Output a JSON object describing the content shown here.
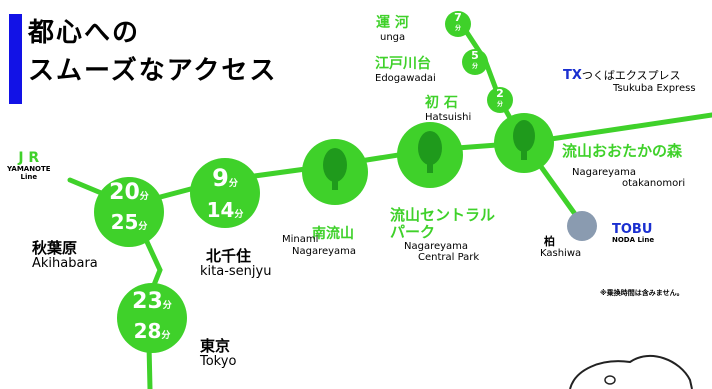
{
  "headline": {
    "line1": "都心への",
    "line2": "スムーズなアクセス"
  },
  "colors": {
    "green": "#3fd12a",
    "accent_blue": "#1212e6",
    "tobu_gray": "#8a9bb0",
    "tree": "#1f9a1c"
  },
  "jr": {
    "line1": "J R",
    "line2": "YAMANOTE",
    "line3": "Line"
  },
  "tx": {
    "prefix": "TX",
    "name_jp": "つくばエクスプレス",
    "name_en": "Tsukuba Express"
  },
  "tobu": {
    "name": "TOBU",
    "line": "NODA Line"
  },
  "circles": {
    "akihabara": {
      "top_min": "20",
      "bottom_min": "25",
      "unit": "分"
    },
    "kitasenju": {
      "top_min": "9",
      "bottom_min": "14",
      "unit": "分"
    },
    "tokyo": {
      "top_min": "23",
      "bottom_min": "28",
      "unit": "分"
    }
  },
  "stations": {
    "akihabara": {
      "jp": "秋葉原",
      "en": "Akihabara"
    },
    "kitasenju": {
      "jp": "北千住",
      "en": "kita-senjyu"
    },
    "tokyo": {
      "jp": "東京",
      "en": "Tokyo"
    },
    "minami_nagareyama": {
      "jp": "南流山",
      "en1": "Minami",
      "en2": "Nagareyama"
    },
    "central_park": {
      "jp1": "流山セントラル",
      "jp2": "パーク",
      "en1": "Nagareyama",
      "en2": "Central Park"
    },
    "otakanomori": {
      "jp": "流山おおたかの森",
      "en1": "Nagareyama",
      "en2": "otakanomori"
    },
    "kashiwa": {
      "jp": "柏",
      "en": "Kashiwa"
    },
    "unga": {
      "jp": "運 河",
      "en": "unga",
      "min": "7"
    },
    "edogawadai": {
      "jp": "江戸川台",
      "en": "Edogawadai",
      "min": "5"
    },
    "hatsuishi": {
      "jp": "初 石",
      "en": "Hatsuishi",
      "min": "2"
    }
  },
  "min_unit": "分",
  "footnote": "※乗換時間は含みません。"
}
